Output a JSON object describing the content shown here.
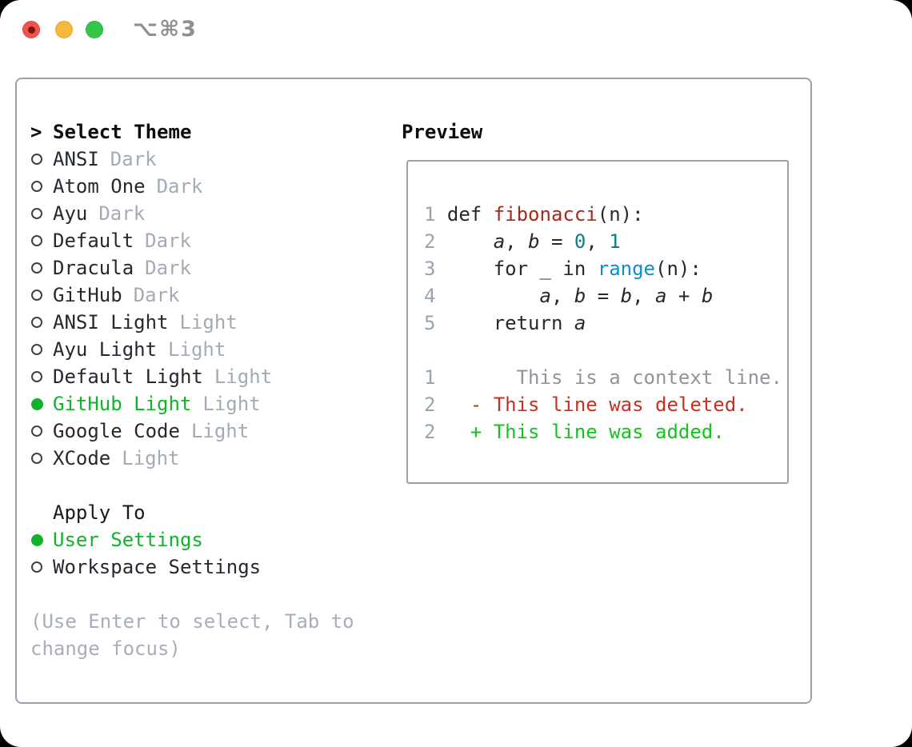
{
  "window": {
    "title": "⌥⌘3"
  },
  "theme_panel": {
    "header_prefix": ">",
    "header": "Select Theme",
    "themes": [
      {
        "name": "ANSI",
        "tag": "Dark",
        "selected": false
      },
      {
        "name": "Atom One",
        "tag": "Dark",
        "selected": false
      },
      {
        "name": "Ayu",
        "tag": "Dark",
        "selected": false
      },
      {
        "name": "Default",
        "tag": "Dark",
        "selected": false
      },
      {
        "name": "Dracula",
        "tag": "Dark",
        "selected": false
      },
      {
        "name": "GitHub",
        "tag": "Dark",
        "selected": false
      },
      {
        "name": "ANSI Light",
        "tag": "Light",
        "selected": false
      },
      {
        "name": "Ayu Light",
        "tag": "Light",
        "selected": false
      },
      {
        "name": "Default Light",
        "tag": "Light",
        "selected": false
      },
      {
        "name": "GitHub Light",
        "tag": "Light",
        "selected": true
      },
      {
        "name": "Google Code",
        "tag": "Light",
        "selected": false
      },
      {
        "name": "XCode",
        "tag": "Light",
        "selected": false
      }
    ],
    "apply_to": {
      "header": "Apply To",
      "options": [
        {
          "name": "User Settings",
          "selected": true
        },
        {
          "name": "Workspace Settings",
          "selected": false
        }
      ]
    },
    "hint": "(Use Enter to select, Tab to change focus)"
  },
  "preview": {
    "header": "Preview",
    "code_lines": [
      {
        "num": "1",
        "segments": [
          {
            "t": "def ",
            "c": "default"
          },
          {
            "t": "fibonacci",
            "c": "function"
          },
          {
            "t": "(n):",
            "c": "default"
          }
        ]
      },
      {
        "num": "2",
        "segments": [
          {
            "t": "    ",
            "c": "default"
          },
          {
            "t": "a",
            "c": "var"
          },
          {
            "t": ", ",
            "c": "default"
          },
          {
            "t": "b",
            "c": "var"
          },
          {
            "t": " = ",
            "c": "default"
          },
          {
            "t": "0",
            "c": "number"
          },
          {
            "t": ", ",
            "c": "default"
          },
          {
            "t": "1",
            "c": "number"
          }
        ]
      },
      {
        "num": "3",
        "segments": [
          {
            "t": "    for _ in ",
            "c": "default"
          },
          {
            "t": "range",
            "c": "builtin"
          },
          {
            "t": "(n):",
            "c": "default"
          }
        ]
      },
      {
        "num": "4",
        "segments": [
          {
            "t": "        ",
            "c": "default"
          },
          {
            "t": "a",
            "c": "var"
          },
          {
            "t": ", ",
            "c": "default"
          },
          {
            "t": "b",
            "c": "var"
          },
          {
            "t": " = ",
            "c": "default"
          },
          {
            "t": "b",
            "c": "var"
          },
          {
            "t": ", ",
            "c": "default"
          },
          {
            "t": "a",
            "c": "var"
          },
          {
            "t": " + ",
            "c": "default"
          },
          {
            "t": "b",
            "c": "var"
          }
        ]
      },
      {
        "num": "5",
        "segments": [
          {
            "t": "    return ",
            "c": "default"
          },
          {
            "t": "a",
            "c": "var"
          }
        ]
      }
    ],
    "diff_lines": [
      {
        "num": "1",
        "kind": "context",
        "text": "      This is a context line."
      },
      {
        "num": "2",
        "kind": "deleted",
        "text": "  - This line was deleted."
      },
      {
        "num": "2",
        "kind": "added",
        "text": "  + This line was added."
      }
    ]
  },
  "colors": {
    "accent_green_ui": "#12b32b",
    "diff_added_green": "#12c41c",
    "diff_deleted_red": "#c7301f",
    "function_red": "#a5281c",
    "number_teal": "#0e7e85",
    "builtin_blue": "#0f8ccb",
    "panel_border": "#9aa1ac",
    "traffic_red": "#f1534e",
    "traffic_yellow": "#f6b73d",
    "traffic_green": "#33c748"
  }
}
